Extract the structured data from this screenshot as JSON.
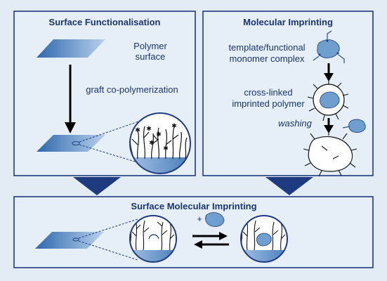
{
  "panels": {
    "surface_functionalisation": {
      "title": "Surface Functionalisation",
      "polymer_surface_label": [
        "Polymer",
        "surface"
      ],
      "grafting_step_label": "graft co-polymerization"
    },
    "molecular_imprinting": {
      "title": "Molecular Imprinting",
      "complex_label": [
        "template/functional",
        "monomer complex"
      ],
      "polymer_label": [
        "cross-linked",
        "imprinted polymer"
      ],
      "washing_label": "washing"
    },
    "surface_molecular_imprinting": {
      "title": "Surface Molecular Imprinting",
      "plus_sign": "+"
    }
  },
  "colors": {
    "background": "#e3ebf5",
    "panel_fill": "#e6eef8",
    "panel_border": "#1e3b80",
    "text": "#1a3570",
    "template_fill": "#6f9fce",
    "surface_gradient_dark": "#2f69ad",
    "surface_gradient_light": "#b9d1ec"
  }
}
